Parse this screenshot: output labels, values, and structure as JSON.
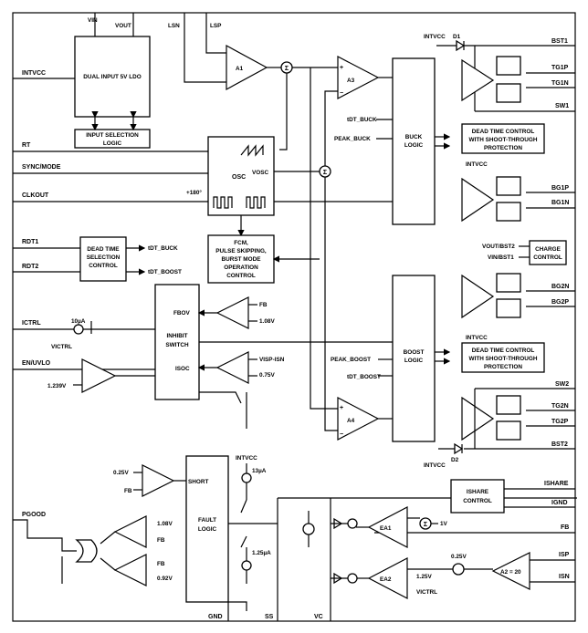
{
  "blocks": {
    "ldo": "DUAL INPUT 5V LDO",
    "input_sel": [
      "INPUT SELECTION",
      "LOGIC"
    ],
    "osc": "OSC",
    "osc_out": "VOSC",
    "deg180": "+180°",
    "fcm": [
      "FCM,",
      "PULSE SKIPPING,",
      "BURST MODE",
      "OPERATION",
      "CONTROL"
    ],
    "dt_sel": [
      "DEAD TIME",
      "SELECTION",
      "CONTROL"
    ],
    "inhibit": [
      "INHIBIT",
      "SWITCH"
    ],
    "fbov": "FBOV",
    "isoc": "ISOC",
    "buck": [
      "BUCK",
      "LOGIC"
    ],
    "boost": [
      "BOOST",
      "LOGIC"
    ],
    "dt_top": [
      "DEAD TIME CONTROL",
      "WITH SHOOT-THROUGH",
      "PROTECTION"
    ],
    "dt_bot": [
      "DEAD TIME CONTROL",
      "WITH SHOOT-THROUGH",
      "PROTECTION"
    ],
    "charge": [
      "CHARGE",
      "CONTROL"
    ],
    "fault": [
      "FAULT",
      "LOGIC"
    ],
    "short": "SHORT",
    "ishare": [
      "ISHARE",
      "CONTROL"
    ]
  },
  "amps": {
    "a1": "A1",
    "a3": "A3",
    "a4": "A4",
    "ea1": "EA1",
    "ea2": "EA2",
    "a2": "A2 = 20"
  },
  "pins_left": [
    "INTVCC",
    "RT",
    "SYNC/MODE",
    "CLKOUT",
    "RDT1",
    "RDT2",
    "ICTRL",
    "EN/UVLO",
    "PGOOD"
  ],
  "pins_top": [
    "VIN",
    "VOUT",
    "LSN",
    "LSP",
    "INTVCC",
    "D1"
  ],
  "pins_right": [
    "BST1",
    "TG1P",
    "TG1N",
    "SW1",
    "BG1P",
    "BG1N",
    "BG2N",
    "BG2P",
    "SW2",
    "TG2N",
    "TG2P",
    "BST2",
    "ISHARE",
    "IGND",
    "FB",
    "ISP",
    "ISN"
  ],
  "pins_bottom": [
    "GND",
    "SS",
    "VC"
  ],
  "signals": {
    "tdt_buck": "tDT_BUCK",
    "tdt_boost": "tDT_BOOST",
    "peak_buck": "PEAK_BUCK",
    "peak_boost": "PEAK_BOOST",
    "intvcc": "INTVCC",
    "intvcc2": "INTVCC",
    "intvcc3": "INTVCC",
    "vout_bst2": "VOUT/BST2",
    "vin_bst1": "VIN/BST1",
    "d2": "D2",
    "fb": "FB",
    "fb2": "FB",
    "fb3": "FB",
    "fb4": "FB",
    "v108": "1.08V",
    "v108b": "1.08V",
    "v092": "0.92V",
    "visp_isn": "VISP-ISN",
    "v075": "0.75V",
    "i10": "10µA",
    "victrl": "VICTRL",
    "victrl2": "VICTRL",
    "v1239": "1.239V",
    "v025": "0.25V",
    "v025b": "0.25V",
    "i13": "13µA",
    "i125": "1.25µA",
    "v1": "1V",
    "v125": "1.25V",
    "tdt_buck_out": "tDT_BUCK",
    "tdt_boost_out": "tDT_BOOST"
  }
}
